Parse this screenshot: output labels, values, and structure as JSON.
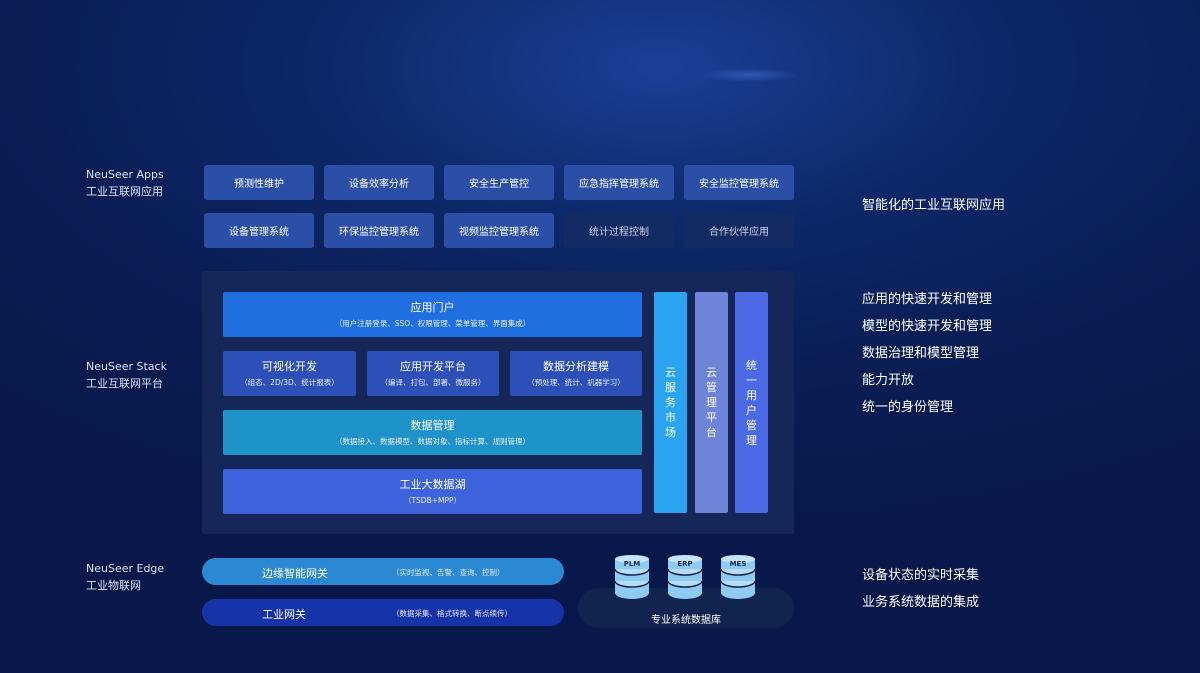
{
  "layers": {
    "apps": {
      "en": "NeuSeer Apps",
      "zh": "工业互联网应用"
    },
    "stack": {
      "en": "NeuSeer Stack",
      "zh": "工业互联网平台"
    },
    "edge": {
      "en": "NeuSeer Edge",
      "zh": "工业物联网"
    }
  },
  "apps": {
    "row1": [
      "预测性维护",
      "设备效率分析",
      "安全生产管控",
      "应急指挥管理系统",
      "安全监控管理系统"
    ],
    "row2": [
      "设备管理系统",
      "环保监控管理系统",
      "视频监控管理系统",
      "统计过程控制",
      "合作伙伴应用"
    ]
  },
  "stack": {
    "portal": {
      "title": "应用门户",
      "sub": "（用户注册登录、SSO、权限管理、菜单管理、界面集成）"
    },
    "visual_dev": {
      "title": "可视化开发",
      "sub": "（组态、2D/3D、统计报表）"
    },
    "app_dev": {
      "title": "应用开发平台",
      "sub": "（编译、打包、部署、微服务）"
    },
    "modeling": {
      "title": "数据分析建模",
      "sub": "（预处理、统计、机器学习）"
    },
    "data_mgmt": {
      "title": "数据管理",
      "sub": "（数据接入、数据模型、数据对象、指标计算、规则管理）"
    },
    "data_lake": {
      "title": "工业大数据湖",
      "sub": "（TSDB+MPP）"
    },
    "vertical": [
      "云服务市场",
      "云管理平台",
      "统一用户管理"
    ]
  },
  "edge": {
    "edge_gateway": {
      "title": "边缘智能网关",
      "sub": "（实时监视、告警、查询、控制）"
    },
    "industrial_gateway": {
      "title": "工业网关",
      "sub": "（数据采集、格式转换、断点续传）"
    },
    "databases": [
      "PLM",
      "ERP",
      "MES"
    ],
    "db_caption": "专业系统数据库"
  },
  "descriptions": {
    "apps": [
      "智能化的工业互联网应用"
    ],
    "stack": [
      "应用的快速开发和管理",
      "模型的快速开发和管理",
      "数据治理和模型管理",
      "能力开放",
      "统一的身份管理"
    ],
    "edge": [
      "设备状态的实时采集",
      "业务系统数据的集成"
    ]
  },
  "colors": {
    "app_tile": "#2b4fa6",
    "app_tile_muted": "#142a63",
    "portal": "#1f6fe0",
    "dev_block": "#2d4fb8",
    "data_mgmt": "#1d93c9",
    "data_lake": "#3d62dc",
    "cloud_market": "#2aa3f0",
    "cloud_mgmt": "#6f84d8",
    "user_mgmt": "#4c6ae6",
    "edge_gateway": "#2b88d3",
    "industrial_gateway": "#1733a8",
    "db": "#8fcaf2"
  }
}
